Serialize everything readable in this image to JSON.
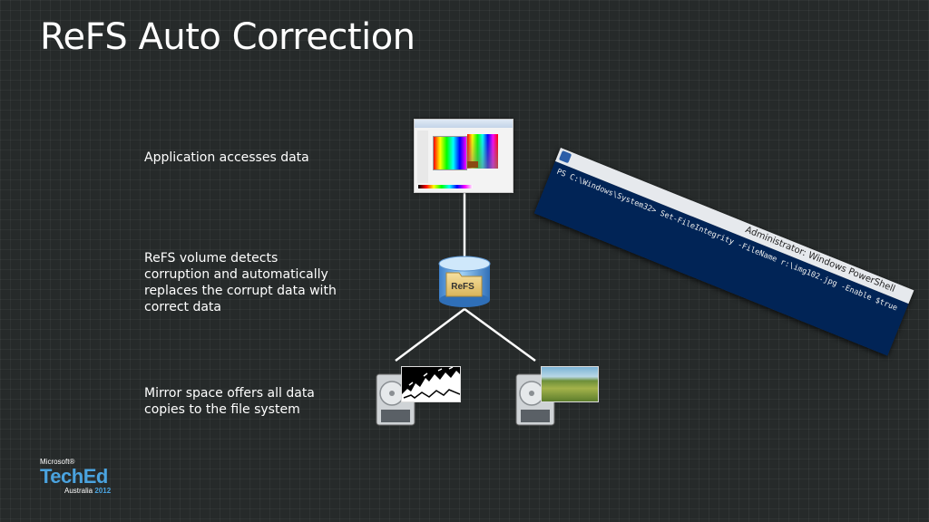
{
  "slide": {
    "title": "ReFS Auto Correction",
    "captions": {
      "app_access": "Application accesses data",
      "refs_detect": "ReFS volume detects corruption and automatically replaces the corrupt data with correct data",
      "mirror_space": "Mirror space offers all data copies to the file system"
    }
  },
  "refs_icon": {
    "label": "ReFS"
  },
  "powershell": {
    "window_title": "Administrator: Windows PowerShell",
    "command_line": "PS C:\\Windows\\System32> Set-FileIntegrity -FileName r:\\img102.jpg -Enable $true"
  },
  "logo": {
    "microsoft": "Microsoft®",
    "teched": "TechEd",
    "region": "Australia",
    "year": "2012"
  },
  "colors": {
    "background": "#262a2a",
    "powershell_blue": "#012456",
    "teched_blue": "#4aa3df"
  }
}
